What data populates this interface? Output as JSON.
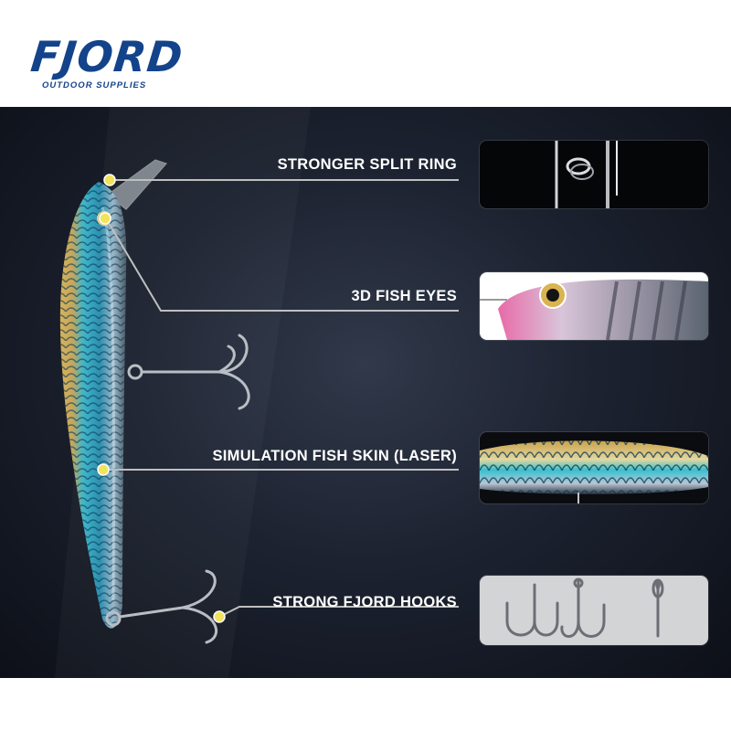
{
  "brand": {
    "name": "FJORD",
    "tagline": "OUTDOOR SUPPLIES",
    "color": "#13438a"
  },
  "callouts": [
    {
      "id": "split-ring",
      "label": "STRONGER SPLIT RING"
    },
    {
      "id": "fish-eyes",
      "label": "3D FISH EYES"
    },
    {
      "id": "fish-skin",
      "label": "SIMULATION FISH SKIN (LASER)"
    },
    {
      "id": "hooks",
      "label": "STRONG FJORD HOOKS"
    }
  ],
  "colors": {
    "background": "#1c2230",
    "leader_line": "#bfbfbf",
    "marker": "#f1e35a",
    "label_text": "#ffffff"
  }
}
